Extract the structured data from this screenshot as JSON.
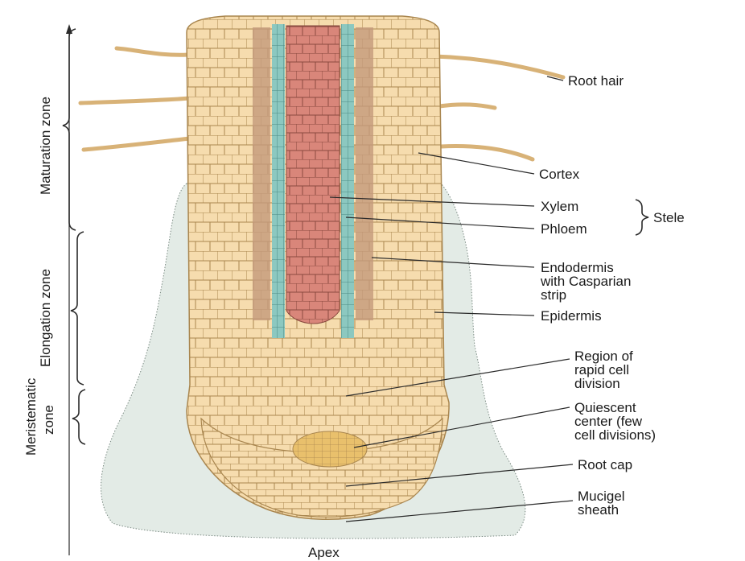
{
  "labels": {
    "root_hair": "Root hair",
    "cortex": "Cortex",
    "xylem": "Xylem",
    "phloem": "Phloem",
    "stele": "Stele",
    "endodermis_1": "Endodermis",
    "endodermis_2": "with Casparian",
    "endodermis_3": "strip",
    "epidermis": "Epidermis",
    "rapid_1": "Region of",
    "rapid_2": "rapid cell",
    "rapid_3": "division",
    "quiescent_1": "Quiescent",
    "quiescent_2": "center (few",
    "quiescent_3": "cell divisions)",
    "root_cap": "Root cap",
    "mucigel_1": "Mucigel",
    "mucigel_2": "sheath",
    "apex": "Apex"
  },
  "zones": {
    "maturation": "Maturation zone",
    "elongation": "Elongation zone",
    "meristematic_1": "Meristematic",
    "meristematic_2": "zone"
  },
  "colors": {
    "cell_fill": "#f6dcae",
    "cell_stroke": "#a9864f",
    "cortex_dark": "#c49a7a",
    "phloem": "#8cc8c0",
    "xylem": "#d9867a",
    "quiescent": "#e9c06c",
    "mucigel": "#e3ebe6"
  }
}
